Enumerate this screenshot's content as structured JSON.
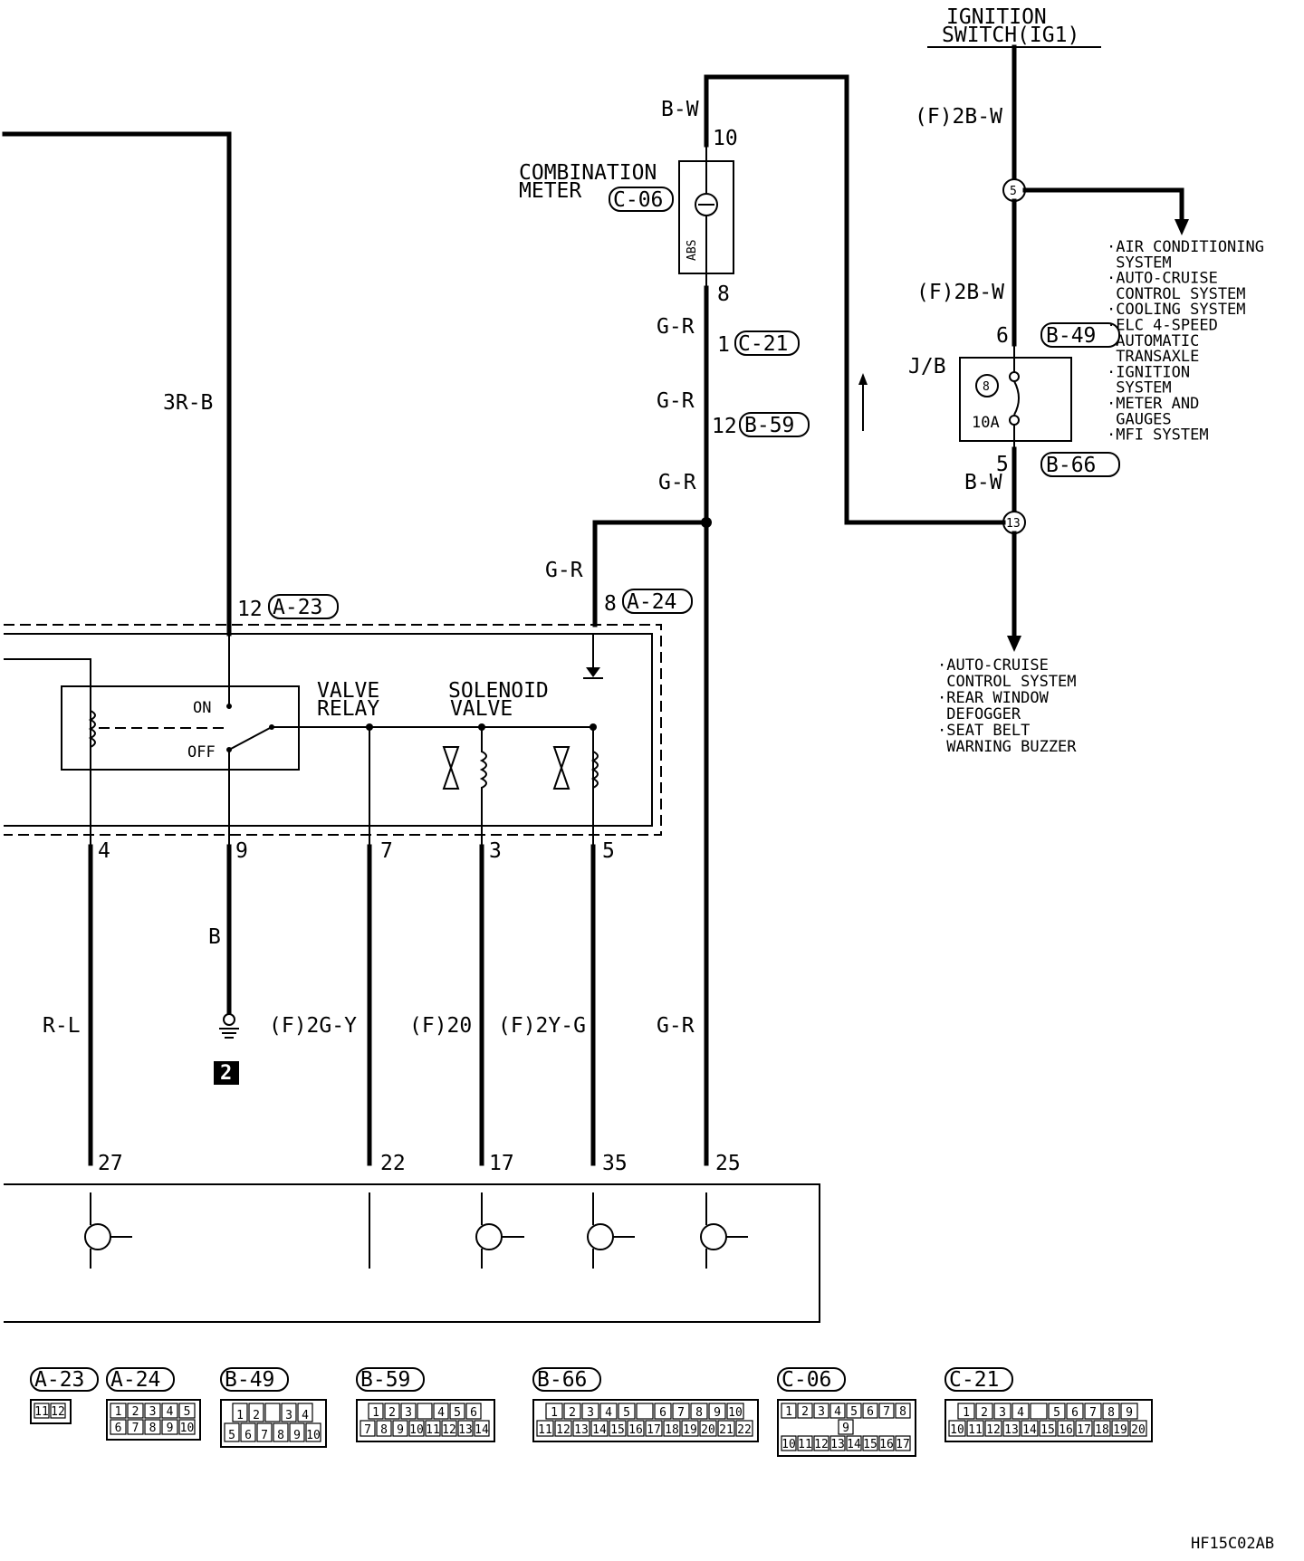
{
  "title": {
    "line1": "IGNITION",
    "line2": "SWITCH(IG1)"
  },
  "meter": {
    "line1": "COMBINATION",
    "line2": "METER",
    "connector": "C-06",
    "abs": "ABS"
  },
  "jb": {
    "label": "J/B",
    "fuse_no": "8",
    "fuse_amp": "10A"
  },
  "relay": {
    "on": "ON",
    "off": "OFF",
    "valve_relay_1": "VALVE",
    "valve_relay_2": "RELAY",
    "solenoid_1": "SOLENOID",
    "solenoid_2": "VALVE"
  },
  "ground": {
    "number": "2"
  },
  "wires": {
    "bw_top": "B-W",
    "f2bw_top": "(F)2B-W",
    "f2bw_mid": "(F)2B-W",
    "gr_1": "G-R",
    "gr_2": "G-R",
    "gr_3": "G-R",
    "gr_4": "G-R",
    "gr_5": "G-R",
    "bw_low": "B-W",
    "r3b": "3R-B",
    "b": "B",
    "rl": "R-L",
    "f2gy": "(F)2G-Y",
    "f20": "(F)20",
    "f2yg": "(F)2Y-G"
  },
  "pins": {
    "p10": "10",
    "p8": "8",
    "p1": "1",
    "p12b": "12",
    "p6": "6",
    "p5": "5",
    "p12a": "12",
    "p8a": "8",
    "p4": "4",
    "p9": "9",
    "p7": "7",
    "p3": "3",
    "p5b": "5",
    "p27": "27",
    "p22": "22",
    "p17": "17",
    "p35": "35",
    "p25": "25"
  },
  "junctions": {
    "j5": "5",
    "j13": "13"
  },
  "connectors": {
    "c21": "C-21",
    "b59": "B-59",
    "b49": "B-49",
    "b66": "B-66",
    "a23": "A-23",
    "a24": "A-24"
  },
  "systems_right": [
    "·AIR CONDITIONING",
    " SYSTEM",
    "·AUTO-CRUISE",
    " CONTROL SYSTEM",
    "·COOLING SYSTEM",
    "·ELC 4-SPEED",
    " AUTOMATIC",
    " TRANSAXLE",
    "·IGNITION",
    " SYSTEM",
    "·METER AND",
    " GAUGES",
    "·MFI SYSTEM"
  ],
  "systems_bottom": [
    "·AUTO-CRUISE",
    " CONTROL SYSTEM",
    "·REAR WINDOW",
    " DEFOGGER",
    "·SEAT BELT",
    " WARNING BUZZER"
  ],
  "legend": {
    "a23": {
      "name": "A-23",
      "rows": [
        [
          "11",
          "12"
        ]
      ]
    },
    "a24": {
      "name": "A-24",
      "rows": [
        [
          "1",
          "2",
          "3",
          "4",
          "5"
        ],
        [
          "6",
          "7",
          "8",
          "9",
          "10"
        ]
      ]
    },
    "b49": {
      "name": "B-49",
      "rows": [
        [
          "1",
          "2",
          "",
          "3",
          "4"
        ],
        [
          "5",
          "6",
          "7",
          "8",
          "9",
          "10"
        ]
      ]
    },
    "b59": {
      "name": "B-59",
      "rows": [
        [
          "1",
          "2",
          "3",
          "",
          "4",
          "5",
          "6"
        ],
        [
          "7",
          "8",
          "9",
          "10",
          "11",
          "12",
          "13",
          "14"
        ]
      ]
    },
    "b66": {
      "name": "B-66",
      "rows": [
        [
          "1",
          "2",
          "3",
          "4",
          "5",
          "",
          "6",
          "7",
          "8",
          "9",
          "10"
        ],
        [
          "11",
          "12",
          "13",
          "14",
          "15",
          "16",
          "17",
          "18",
          "19",
          "20",
          "21",
          "22"
        ]
      ]
    },
    "c06": {
      "name": "C-06",
      "rows": [
        [
          "1",
          "2",
          "3",
          "4",
          "5",
          "6",
          "7",
          "8"
        ],
        [
          "9"
        ],
        [
          "10",
          "11",
          "12",
          "13",
          "14",
          "15",
          "16",
          "17"
        ]
      ]
    },
    "c21": {
      "name": "C-21",
      "rows": [
        [
          "1",
          "2",
          "3",
          "4",
          "",
          "5",
          "6",
          "7",
          "8",
          "9"
        ],
        [
          "10",
          "11",
          "12",
          "13",
          "14",
          "15",
          "16",
          "17",
          "18",
          "19",
          "20"
        ]
      ]
    }
  },
  "footer": "HF15C02AB"
}
